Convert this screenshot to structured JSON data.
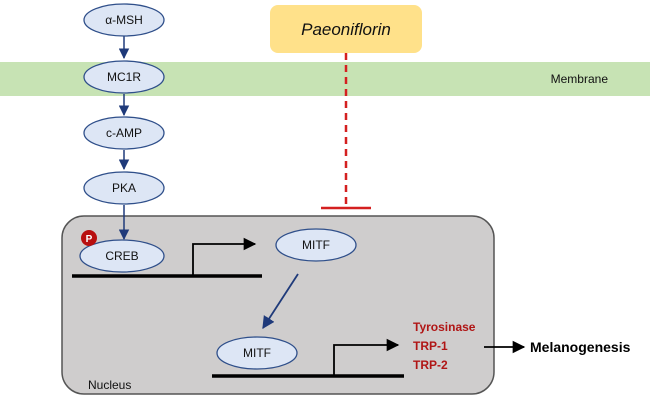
{
  "pathway": {
    "nodes": [
      "α-MSH",
      "MC1R",
      "c-AMP",
      "PKA",
      "CREB"
    ],
    "membrane_label": "Membrane",
    "nucleus_label": "Nucleus",
    "phospho_label": "P"
  },
  "drug": {
    "label": "Paeoniflorin"
  },
  "nucleus": {
    "mitf_upper": "MITF",
    "mitf_lower": "MITF",
    "targets": [
      "Tyrosinase",
      "TRP-1",
      "TRP-2"
    ],
    "output": "Melanogenesis"
  },
  "colors": {
    "node_fill": "#dde6f5",
    "node_stroke": "#2f4f8a",
    "arrow_blue": "#1f3a7a",
    "membrane": "#c7e3b4",
    "nucleus_fill": "#cfcdcd",
    "nucleus_stroke": "#555555",
    "drug_box": "#ffe18a",
    "inhibit_red": "#d42020",
    "phospho_red": "#b80f0f",
    "target_red": "#b01515"
  }
}
